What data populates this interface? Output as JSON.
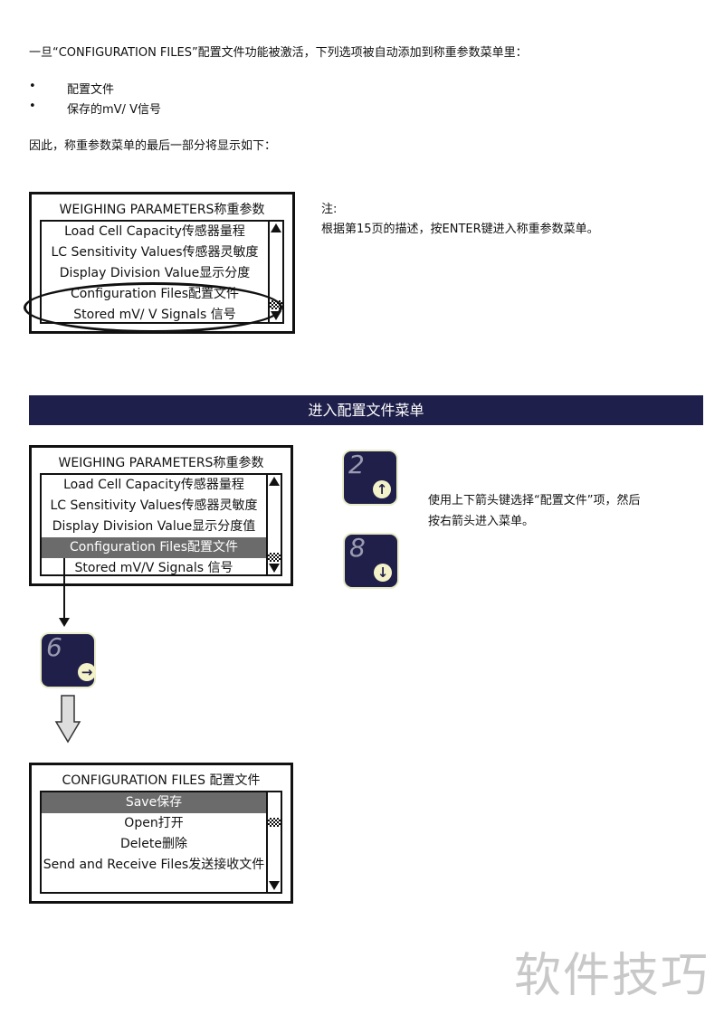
{
  "intro": "一旦“CONFIGURATION FILES”配置文件功能被激活，下列选项被自动添加到称重参数菜单里：",
  "bullets": [
    "配置文件",
    "保存的mV/ V信号"
  ],
  "summary": "因此，称重参数菜单的最后一部分将显示如下：",
  "menu1": {
    "title": "WEIGHING PARAMETERS称重参数",
    "items": [
      "Load Cell Capacity传感器量程",
      "LC Sensitivity Values传感器灵敏度",
      "Display Division Value显示分度",
      "Configuration Files配置文件",
      "Stored mV/ V Signals  信号"
    ]
  },
  "note": {
    "label": "注:",
    "text": "根据第15页的描述，按ENTER键进入称重参数菜单。"
  },
  "banner": "进入配置文件菜单",
  "menu2": {
    "title": "WEIGHING PARAMETERS称重参数",
    "items": [
      "Load Cell Capacity传感器量程",
      "LC Sensitivity Values传感器灵敏度",
      "Display Division Value显示分度值",
      "Configuration Files配置文件",
      "Stored mV/V Signals  信号"
    ],
    "selected": 3
  },
  "keys": [
    {
      "num": "2",
      "arrow": "↑"
    },
    {
      "num": "8",
      "arrow": "↓"
    },
    {
      "num": "6",
      "arrow": "→"
    }
  ],
  "instruction": [
    "使用上下箭头键选择“配置文件”项，然后",
    "按右箭头进入菜单。"
  ],
  "menu3": {
    "title": "CONFIGURATION FILES 配置文件",
    "items": [
      "Save保存",
      "Open打开",
      "Delete删除",
      "Send and Receive Files发送接收文件"
    ],
    "selected": 0
  },
  "watermark": "软件技巧",
  "colors": {
    "banner": "#1e1f4a",
    "key": "#1f1f4a",
    "selected": "#6b6b6b"
  }
}
